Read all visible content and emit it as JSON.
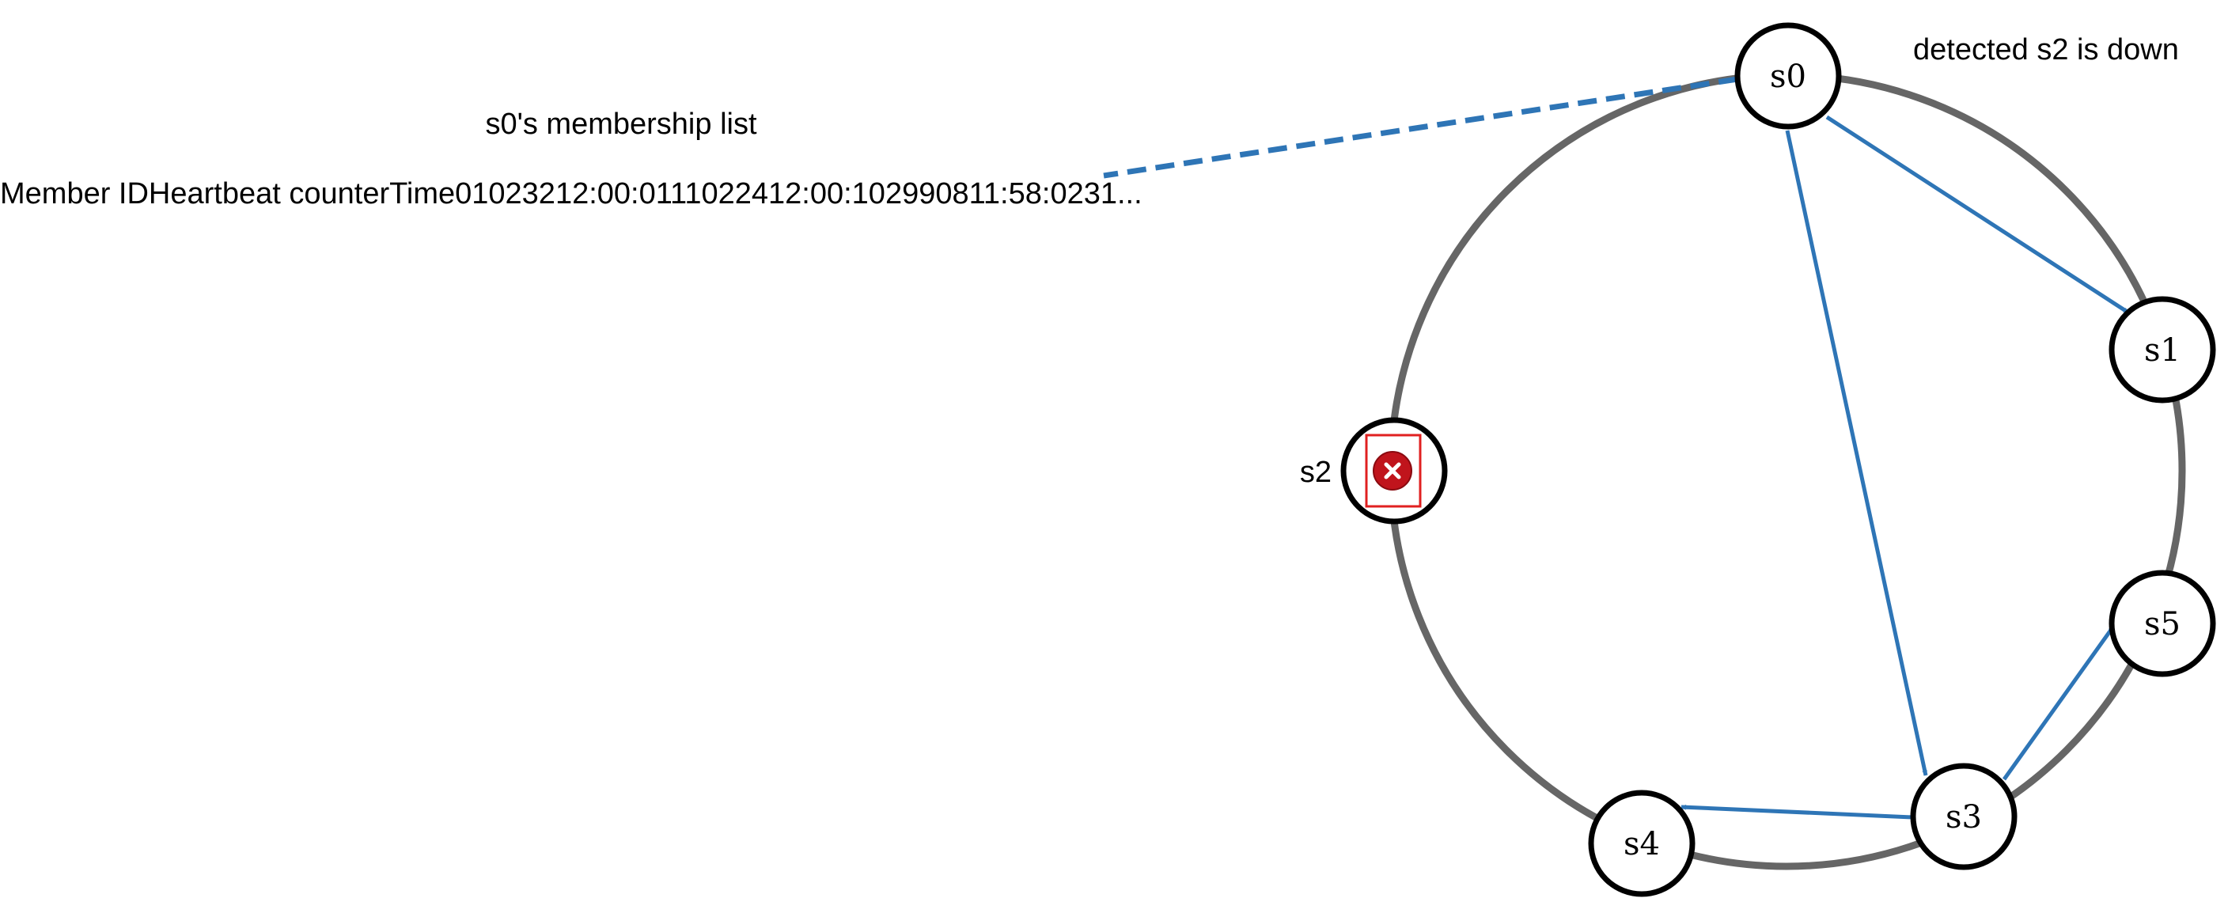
{
  "diagram": {
    "membership_list_title": "s0's membership list",
    "membership_list_text": "Member IDHeartbeat counterTime01023212:00:0111022412:00:102990811:58:0231...",
    "annotation": "detected s2 is down",
    "nodes": {
      "s0": "s0",
      "s1": "s1",
      "s2": "s2",
      "s3": "s3",
      "s4": "s4",
      "s5": "s5"
    },
    "down_node": "s2",
    "down_icon": "error-x-icon",
    "colors": {
      "arrow": "#2e75b6",
      "ring": "#666666",
      "node_stroke": "#000000",
      "error_fill": "#c0141c",
      "error_border": "#e02020"
    }
  }
}
